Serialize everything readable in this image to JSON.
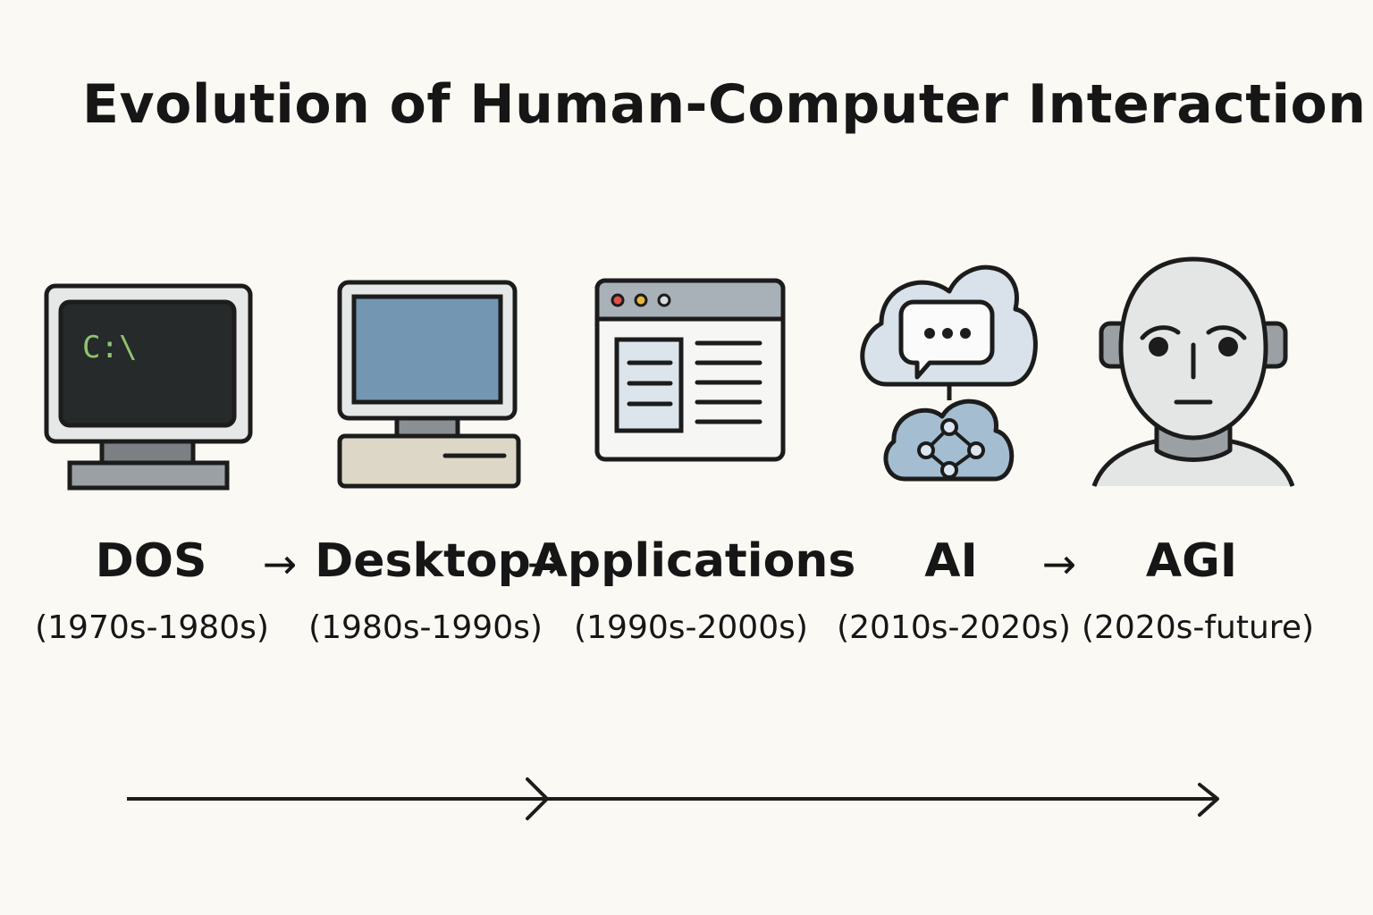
{
  "title": "Evolution of Human-Computer Interaction",
  "separator": "→",
  "stages": [
    {
      "label": "DOS",
      "period": "(1970s-1980s)",
      "icon": "terminal-computer-icon",
      "prompt_text": "C:\\"
    },
    {
      "label": "Desktop",
      "period": "(1980s-1990s)",
      "icon": "desktop-computer-icon"
    },
    {
      "label": "Applications",
      "period": "(1990s-2000s)",
      "icon": "application-window-icon"
    },
    {
      "label": "AI",
      "period": "(2010s-2020s)",
      "icon": "ai-cloud-chat-icon"
    },
    {
      "label": "AGI",
      "period": "(2020s-future)",
      "icon": "humanoid-head-icon"
    }
  ],
  "colors": {
    "background": "#fbf9f4",
    "outline": "#1c1c1c",
    "screen_dark": "#262a2b",
    "prompt_green": "#8fc46f",
    "screen_blue": "#7396b3",
    "beige": "#ddd7c7",
    "gray": "#9aa0a4",
    "light_gray": "#e4e5e5",
    "cloud_blue": "#d9e2ea",
    "cloud_dark_blue": "#a4bdd1",
    "dot_red": "#e0504a",
    "dot_yellow": "#e8b83a"
  }
}
